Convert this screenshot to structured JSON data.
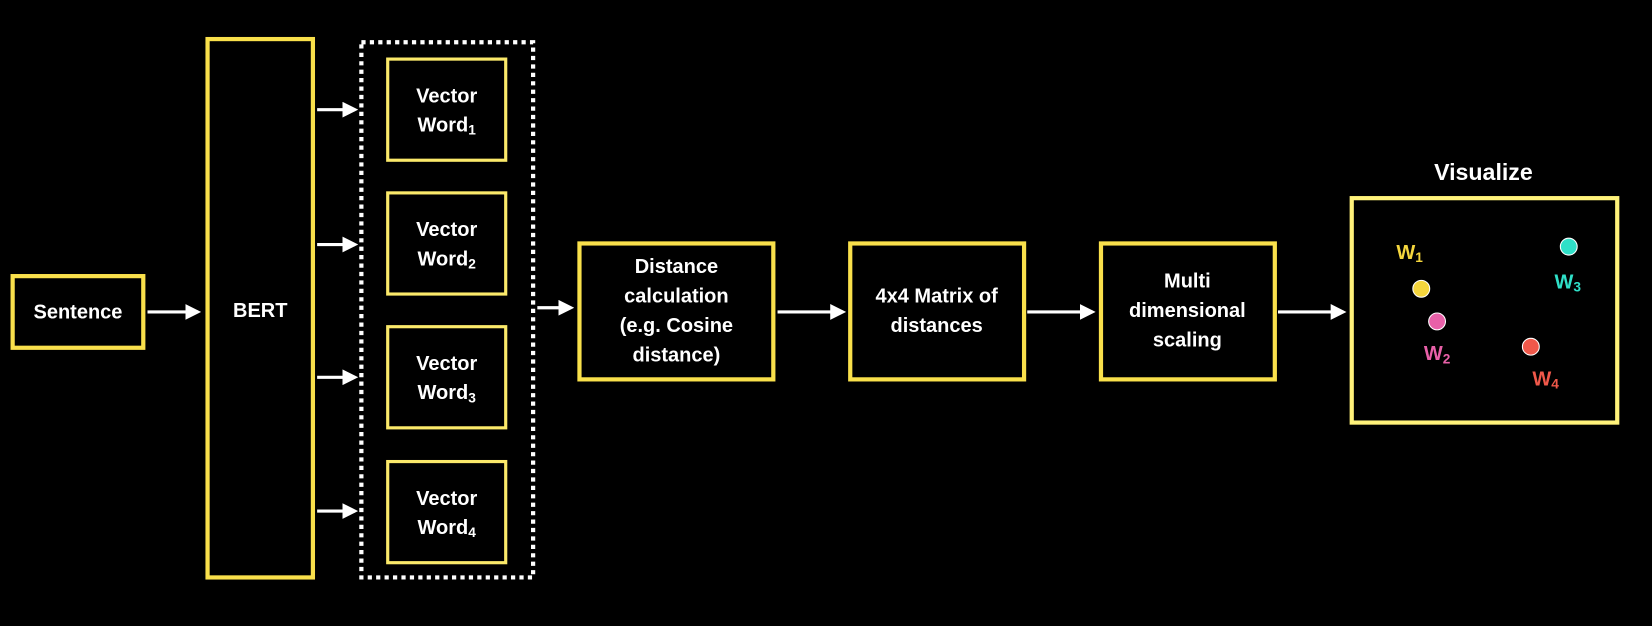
{
  "nodes": {
    "sentence": "Sentence",
    "bert": "BERT",
    "vectors": [
      {
        "line1": "Vector",
        "word": "Word",
        "sub": "1"
      },
      {
        "line1": "Vector",
        "word": "Word",
        "sub": "2"
      },
      {
        "line1": "Vector",
        "word": "Word",
        "sub": "3"
      },
      {
        "line1": "Vector",
        "word": "Word",
        "sub": "4"
      }
    ],
    "distance": [
      "Distance",
      "calculation",
      "(e.g. Cosine",
      "distance)"
    ],
    "matrix": [
      "4x4 Matrix of",
      "distances"
    ],
    "mds": [
      "Multi",
      "dimensional",
      "scaling"
    ]
  },
  "visualize": {
    "title": "Visualize",
    "points": [
      {
        "label": "W",
        "sub": "1",
        "color": "#f5d63d"
      },
      {
        "label": "W",
        "sub": "2",
        "color": "#e860a8"
      },
      {
        "label": "W",
        "sub": "3",
        "color": "#2fe0c8"
      },
      {
        "label": "W",
        "sub": "4",
        "color": "#f0584a"
      }
    ]
  },
  "colors": {
    "box_stroke": "#f9e04b",
    "background": "#000000",
    "arrow": "#ffffff"
  }
}
